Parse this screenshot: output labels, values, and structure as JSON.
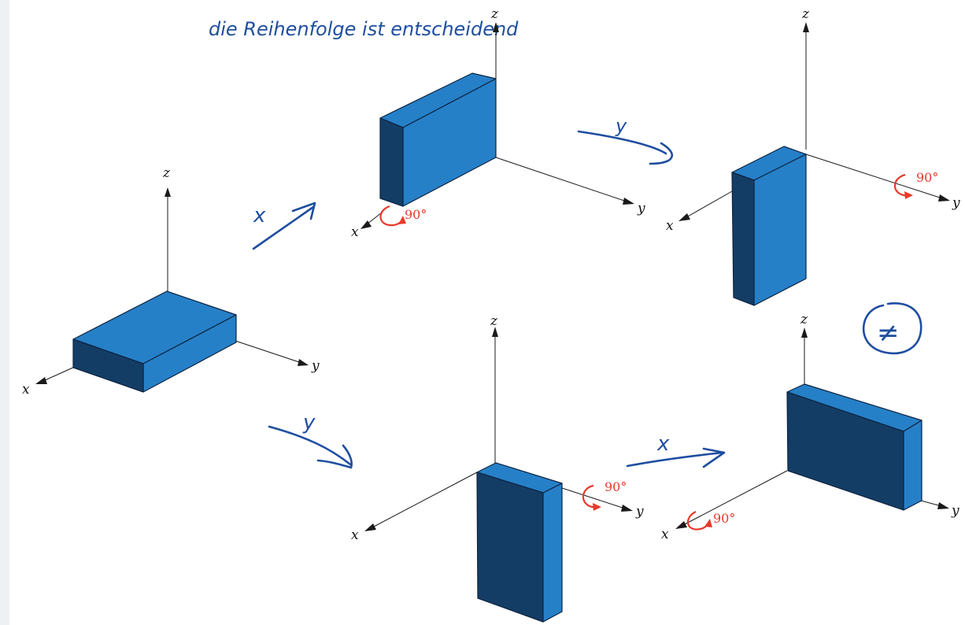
{
  "note": "die Reihenfolge ist entscheidend",
  "axis_labels": {
    "x": "x",
    "y": "y",
    "z": "z"
  },
  "rotation_angle": "90°",
  "step_labels": {
    "first_x": "x",
    "first_y": "y",
    "second_y": "y",
    "second_x": "x"
  },
  "not_equal_symbol": "≠",
  "colors": {
    "box_light": "#2680c8",
    "box_dark": "#143d66",
    "rotation_arrow": "#e8392a",
    "handwriting": "#1f4ea0"
  }
}
